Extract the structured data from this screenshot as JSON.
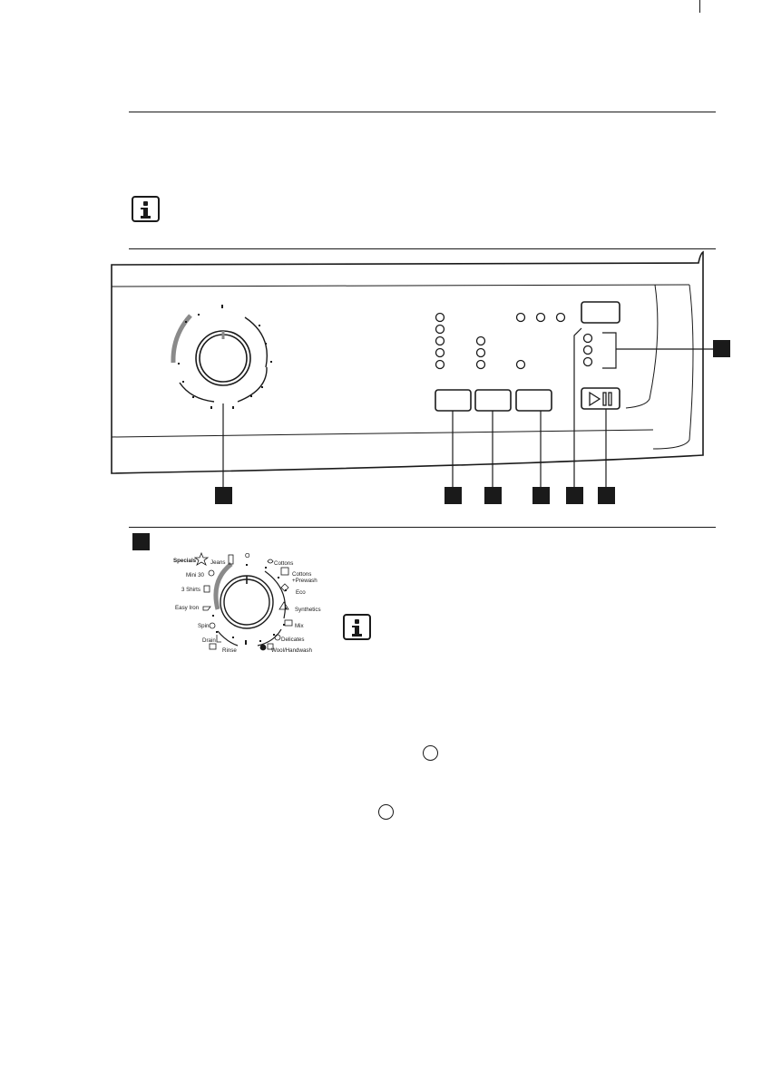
{
  "section_a": {
    "icon": "info-icon"
  },
  "section_b": {
    "callout_box_icon": "filled-square",
    "programme_dial": {
      "labels": {
        "specials": "Specials",
        "jeans": "Jeans",
        "mini30": "Mini 30",
        "shirts": "3 Shirts",
        "easy_iron": "Easy Iron",
        "spin": "Spin",
        "drain": "Drain",
        "rinse": "Rinse",
        "cottons": "Cottons",
        "cottons_prewash_1": "Cottons",
        "cottons_prewash_2": "+Prewash",
        "eco": "Eco",
        "synthetics": "Synthetics",
        "mix": "Mix",
        "delicates": "Delicates",
        "wool": "Wool/Handwash"
      },
      "off_symbol": "O"
    },
    "icon": "info-icon"
  },
  "inline_markers": [
    "circle-symbol",
    "circle-symbol"
  ],
  "colors": {
    "ink": "#1a1a1a",
    "dial_grey": "#8a8a8a"
  }
}
